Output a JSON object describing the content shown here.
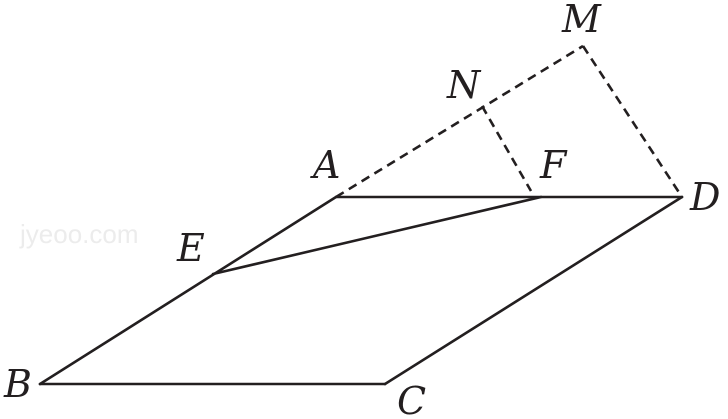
{
  "labels": {
    "A": "A",
    "B": "B",
    "C": "C",
    "D": "D",
    "E": "E",
    "F": "F",
    "M": "M",
    "N": "N"
  },
  "watermark": "jyeoo.com",
  "colors": {
    "stroke": "#231f20",
    "background": "#ffffff"
  }
}
